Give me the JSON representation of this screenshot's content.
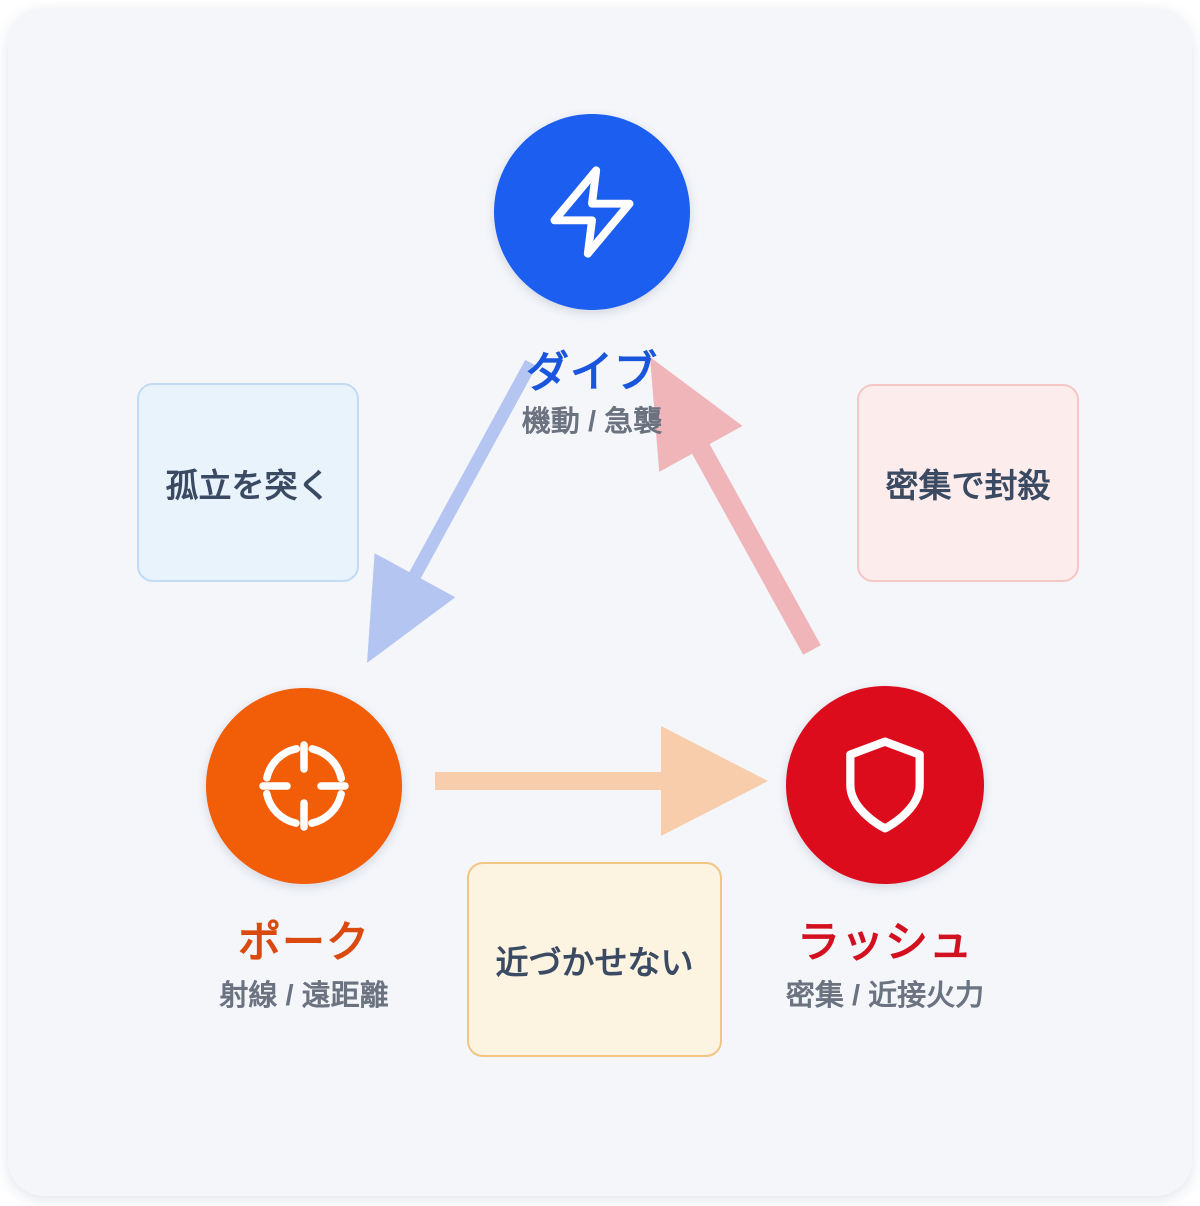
{
  "diagram": {
    "background_color": "#F4F6FA",
    "outer_background": "#FFFFFF"
  },
  "nodes": {
    "dive": {
      "title": "ダイブ",
      "subtitle": "機動 / 急襲",
      "circle_color": "#1C5EF0",
      "title_color": "#1A56DB",
      "icon": "lightning-bolt-icon"
    },
    "poke": {
      "title": "ポーク",
      "subtitle": "射線 / 遠距離",
      "circle_color": "#F25E07",
      "title_color": "#DA4A0F",
      "icon": "crosshair-icon"
    },
    "rush": {
      "title": "ラッシュ",
      "subtitle": "密集 / 近接火力",
      "circle_color": "#DC0C1D",
      "title_color": "#D3101F",
      "icon": "shield-icon"
    }
  },
  "labels": {
    "dive_to_poke": {
      "text": "孤立を突く",
      "bg": "#E9F3FB",
      "border": "#C2DAF3"
    },
    "rush_to_dive": {
      "text": "密集で封殺",
      "bg": "#FCEDEC",
      "border": "#F4C7C6"
    },
    "poke_to_rush": {
      "text": "近づかせない",
      "bg": "#FCF3E1",
      "border": "#F2C585"
    }
  },
  "arrows": {
    "dive_to_poke": {
      "from": "ダイブ",
      "to": "ポーク",
      "color": "#B5C5F2"
    },
    "poke_to_rush": {
      "from": "ポーク",
      "to": "ラッシュ",
      "color": "#F8CDAB"
    },
    "rush_to_dive": {
      "from": "ラッシュ",
      "to": "ダイブ",
      "color": "#EFB5B9"
    }
  },
  "text_colors": {
    "subtitle_gray": "#6B7280",
    "label_navy": "#3B4A63"
  }
}
